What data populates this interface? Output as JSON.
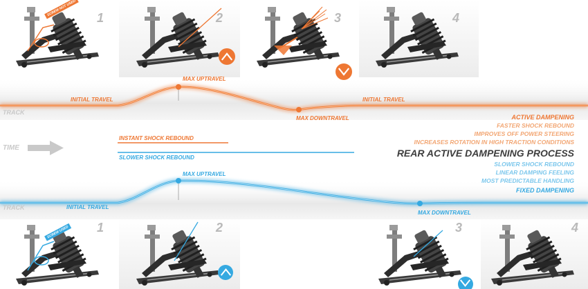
{
  "colors": {
    "active": "#ee7733",
    "fixed": "#35a9e1",
    "title": "#3d3d3d",
    "muted": "#c9c9c9"
  },
  "top_panels": [
    {
      "number": "1"
    },
    {
      "number": "2"
    },
    {
      "number": "3"
    },
    {
      "number": "4"
    }
  ],
  "bottom_panels": [
    {
      "number": "1"
    },
    {
      "number": "2"
    },
    {
      "number": "3"
    },
    {
      "number": "4"
    }
  ],
  "screw_tags": {
    "active": "SCREW NOT USED",
    "fixed": "SCREW USED"
  },
  "active_curve": {
    "initial_left": "INITIAL TRAVEL",
    "initial_right": "INITIAL TRAVEL",
    "max_uptravel": "MAX UPTRAVEL",
    "max_downtravel": "MAX DOWNTRAVEL",
    "track": "TRACK"
  },
  "fixed_curve": {
    "initial": "INITIAL TRAVEL",
    "max_uptravel": "MAX UPTRAVEL",
    "max_downtravel": "MAX DOWNTRAVEL",
    "track": "TRACK"
  },
  "time_label": "TIME",
  "rebound": {
    "instant": "INSTANT SHOCK REBOUND",
    "slower": "SLOWER SHOCK REBOUND"
  },
  "legend": {
    "active_title": "ACTIVE DAMPENING",
    "active_items": [
      "FASTER SHOCK REBOUND",
      "IMPROVES OFF POWER STEERING",
      "INCREASES ROTATION IN HIGH TRACTION CONDITIONS"
    ],
    "main_title": "REAR ACTIVE DAMPENING PROCESS",
    "fixed_items": [
      "SLOWER SHOCK REBOUND",
      "LINEAR DAMPING FEELING",
      "MOST PREDICTABLE HANDLING"
    ],
    "fixed_title": "FIXED DAMPENING"
  }
}
